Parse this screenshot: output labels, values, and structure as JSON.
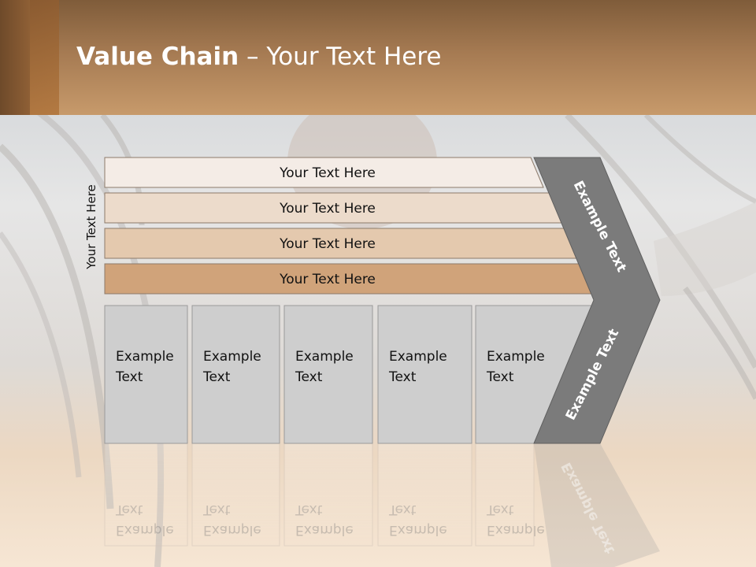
{
  "title": {
    "bold": "Value Chain",
    "rest": " – Your Text Here"
  },
  "side_label": "Your Text Here",
  "bars": [
    {
      "label": "Your Text Here",
      "fill": "#f4ece6"
    },
    {
      "label": "Your Text Here",
      "fill": "#ecdbcb"
    },
    {
      "label": "Your Text Here",
      "fill": "#e4c9ae"
    },
    {
      "label": "Your Text Here",
      "fill": "#d0a37a"
    }
  ],
  "boxes": [
    {
      "line1": "Example",
      "line2": "Text"
    },
    {
      "line1": "Example",
      "line2": "Text"
    },
    {
      "line1": "Example",
      "line2": "Text"
    },
    {
      "line1": "Example",
      "line2": "Text"
    },
    {
      "line1": "Example",
      "line2": "Text"
    }
  ],
  "chevron": {
    "upper_label": "Example Text",
    "lower_label": "Example Text",
    "fill": "#7b7b7b"
  },
  "colors": {
    "box_fill": "#cecece",
    "box_stroke": "#9a9a9a",
    "bar_stroke": "#8c7a6a",
    "text": "#111111"
  }
}
